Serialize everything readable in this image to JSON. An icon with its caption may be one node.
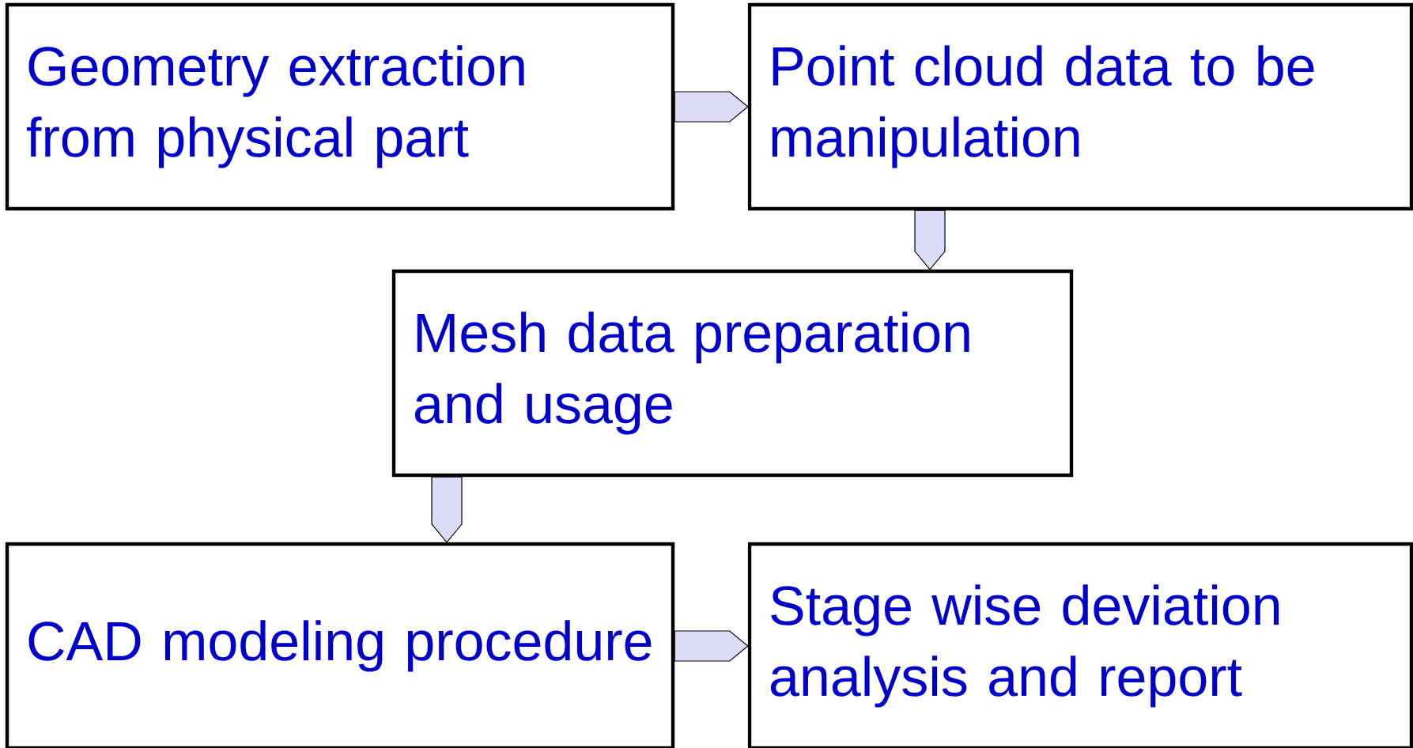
{
  "diagram": {
    "nodes": [
      {
        "text": [
          "Geometry extraction from physical part"
        ]
      },
      {
        "text": [
          "Point cloud data to be manipulation"
        ]
      },
      {
        "text": [
          "Mesh data preparation and usage"
        ]
      },
      {
        "text": [
          "CAD modeling procedure"
        ]
      },
      {
        "text": [
          "Stage wise deviation analysis and report"
        ]
      }
    ],
    "edges": [
      {
        "from": 0,
        "to": 1,
        "arrow": "to"
      },
      {
        "from": 1,
        "to": 2,
        "arrow": "to"
      },
      {
        "from": 2,
        "to": 3,
        "arrow": "to"
      },
      {
        "from": 3,
        "to": 4,
        "arrow": "to"
      }
    ]
  }
}
